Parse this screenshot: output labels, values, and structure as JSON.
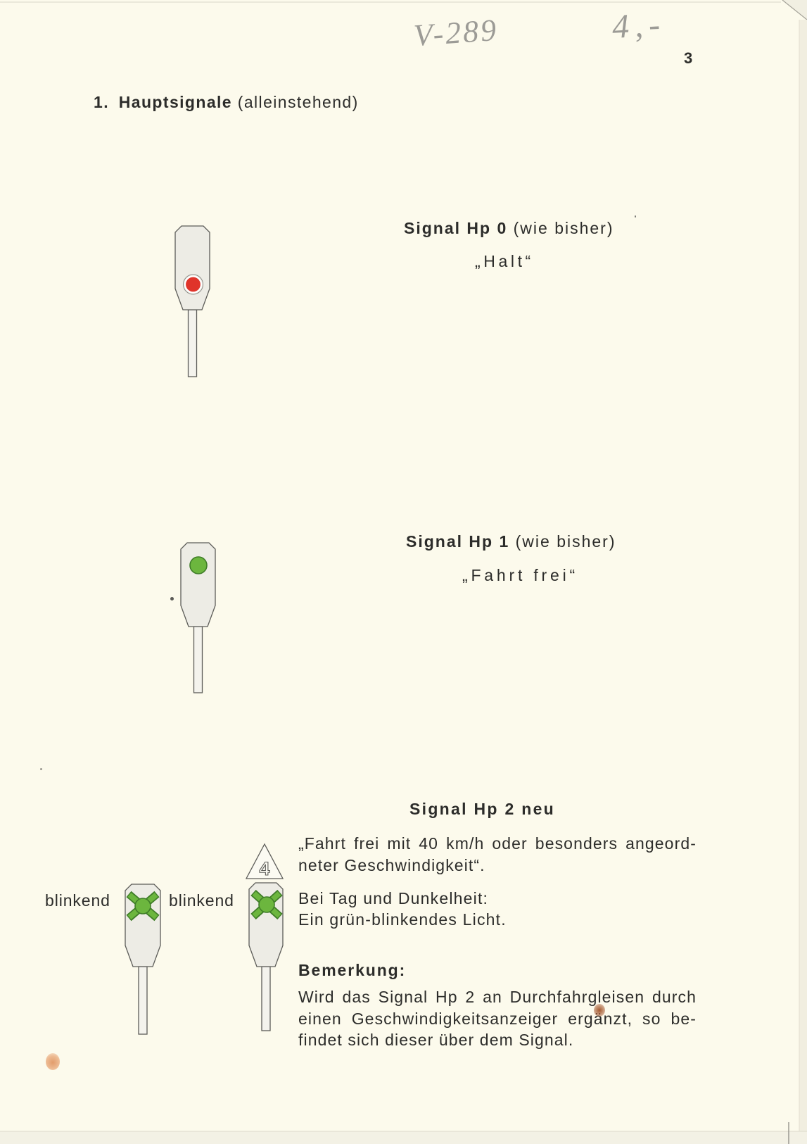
{
  "handwriting": {
    "catalog_number": "V-289",
    "price": "4,-"
  },
  "page_number": "3",
  "section": {
    "number": "1.",
    "title": "Hauptsignale",
    "qualifier": "(alleinstehend)"
  },
  "hp0": {
    "title": "Signal Hp 0",
    "note": "(wie bisher)",
    "meaning": "„Halt“",
    "light_icon": "red-light-icon"
  },
  "hp1": {
    "title": "Signal Hp 1",
    "note": "(wie bisher)",
    "meaning": "„Fahrt frei“",
    "light_icon": "green-light-icon"
  },
  "hp2": {
    "title": "Signal Hp 2 neu",
    "meaning_lines": [
      "„Fahrt frei mit 40 km/h oder besonders angeord-",
      "neter Geschwindigkeit“."
    ],
    "day_night_lines": [
      "Bei Tag und Dunkelheit:",
      "Ein grün-blinkendes Licht."
    ],
    "remark_label": "Bemerkung:",
    "remark_lines": [
      "Wird das Signal Hp 2 an Durchfahrgleisen durch",
      "einen Geschwindigkeitsanzeiger ergänzt, so be-",
      "findet sich dieser über dem Signal."
    ],
    "blink_labels": [
      "blinkend",
      "blinkend"
    ],
    "light_icon": "blinking-green-light-icon",
    "speed_indicator_icon": "speed-indicator-triangle-icon",
    "speed_indicator_digit": "4"
  },
  "colors": {
    "paper": "#fcfaec",
    "ink": "#2c2c2a",
    "pencil": "#9c9b96",
    "signal_red": "#e0342a",
    "signal_green": "#6cb63e",
    "signal_green_dark": "#3f7d28"
  }
}
